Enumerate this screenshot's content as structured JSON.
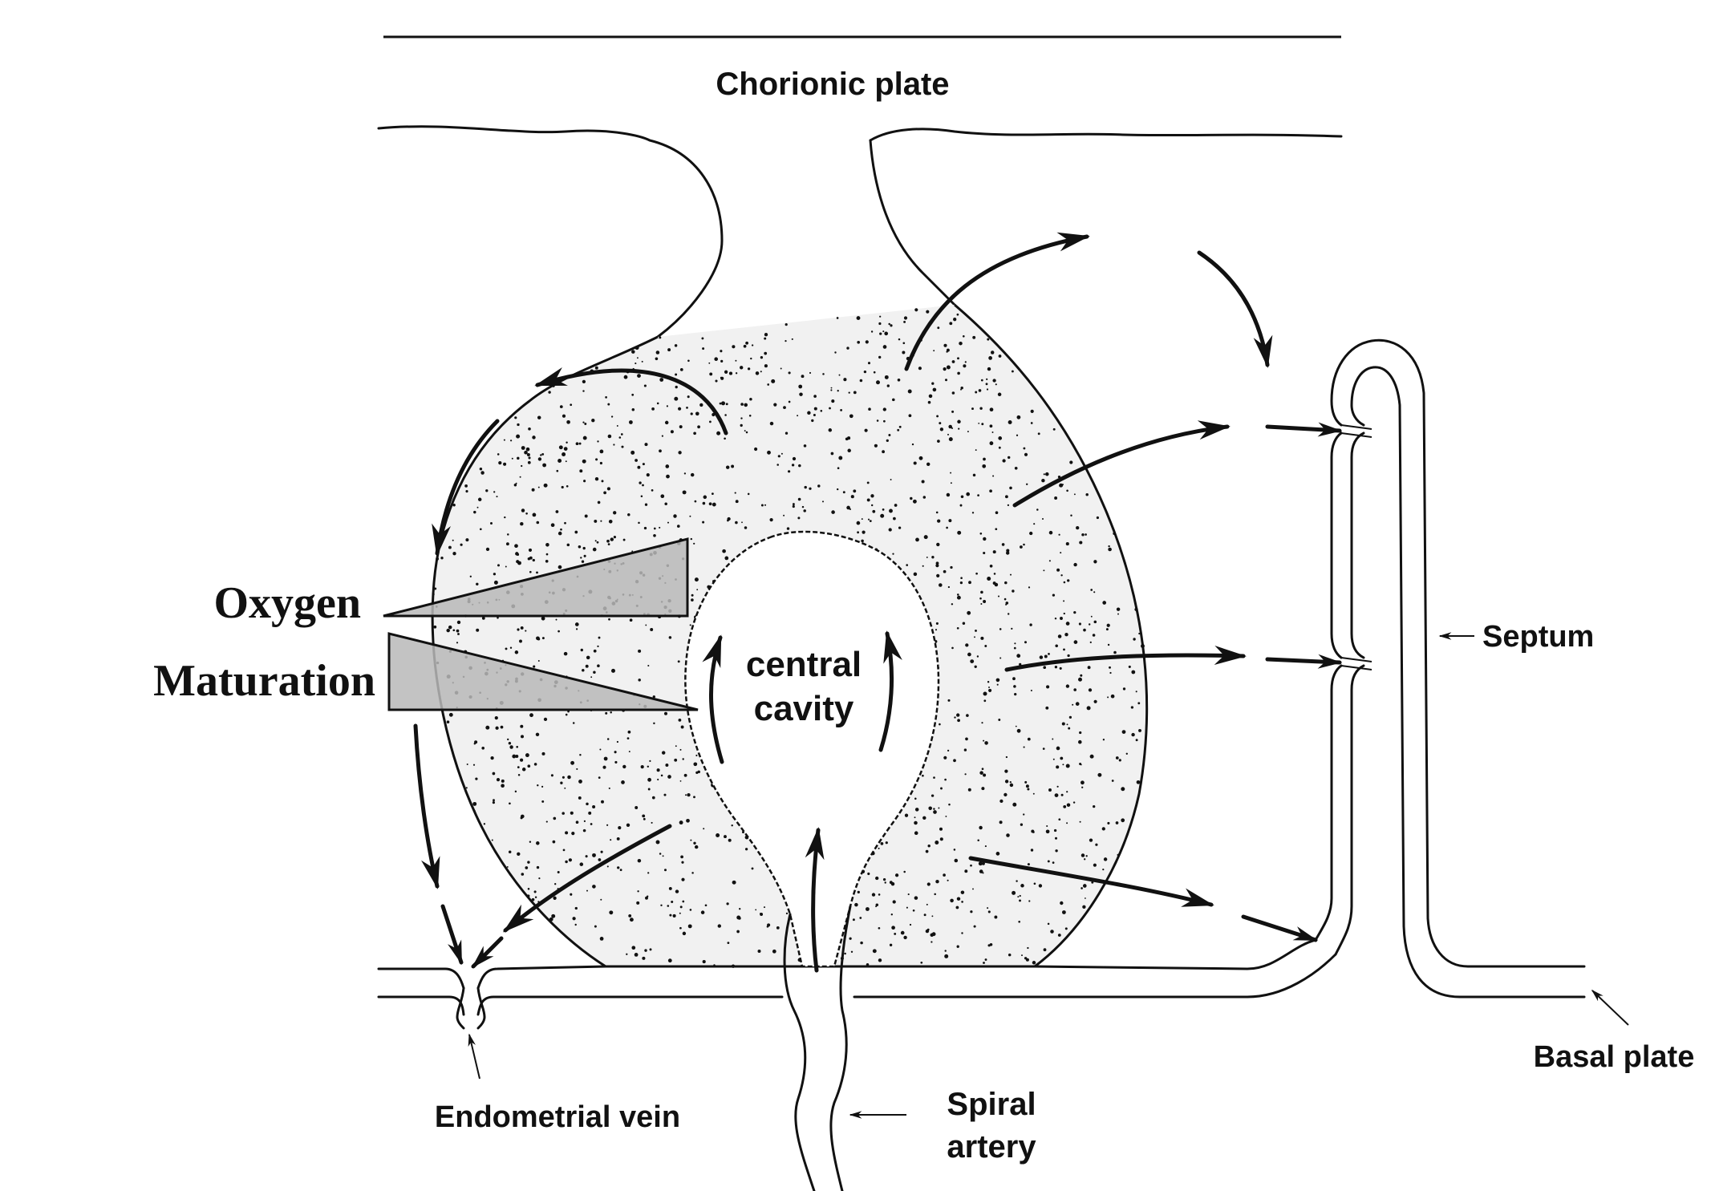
{
  "labels": {
    "chorionic_plate": "Chorionic plate",
    "oxygen": "Oxygen",
    "maturation": "Maturation",
    "central_line1": "central",
    "central_line2": "cavity",
    "septum": "Septum",
    "basal_plate": "Basal plate",
    "endometrial_vein": "Endometrial vein",
    "spiral_line1": "Spiral",
    "spiral_line2": "artery"
  },
  "colors": {
    "ink": "#111111",
    "wedge_fill": "#b8b8b8",
    "background": "#ffffff"
  }
}
